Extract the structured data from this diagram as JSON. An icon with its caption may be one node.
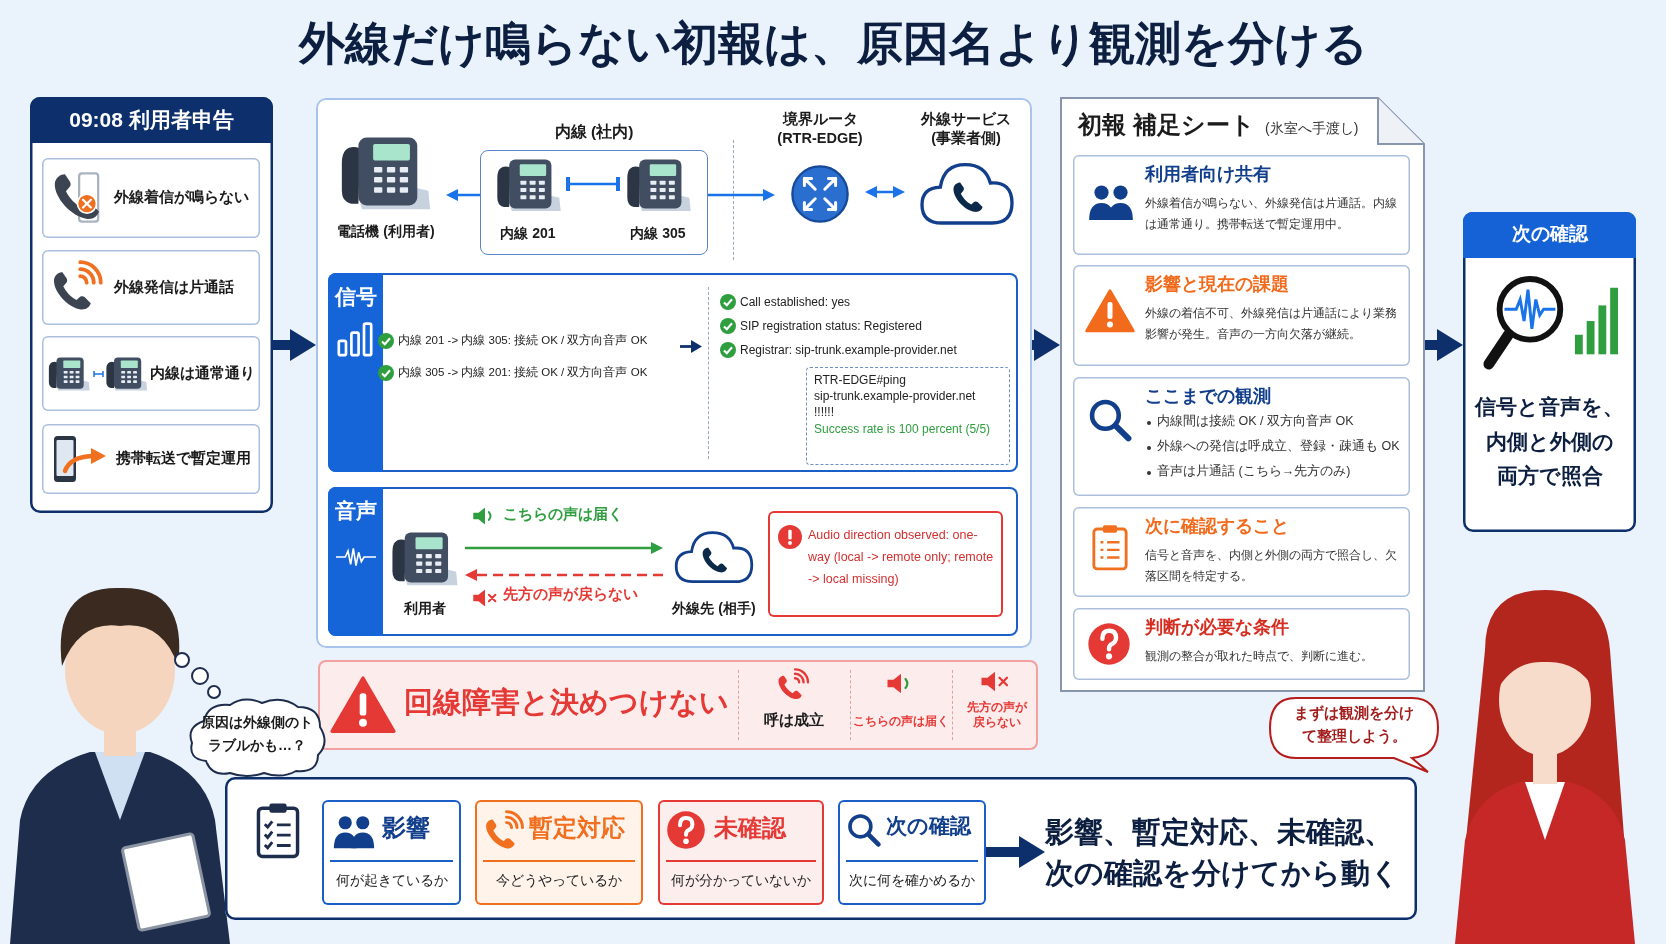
{
  "diagram": {
    "title": "外線だけ鳴らない初報は、原因名より観測を分ける",
    "nodes": [
      {
        "text": [
          "09:08 利用者申告"
        ]
      },
      {
        "text": [
          "外線着信が鳴らない"
        ],
        "in": 0
      },
      {
        "text": [
          "外線発信は片通話"
        ],
        "in": 0
      },
      {
        "text": [
          "内線は通常通り"
        ],
        "in": 0
      },
      {
        "text": [
          "携帯転送で暫定運用"
        ],
        "in": 0
      },
      {
        "text": [],
        "shape": "box"
      },
      {
        "text": [
          "電話機 (利用者)"
        ],
        "in": 5
      },
      {
        "text": [
          "内線 (社内)"
        ],
        "in": 5
      },
      {
        "text": [
          "内線 201"
        ],
        "in": 7
      },
      {
        "text": [
          "内線 305"
        ],
        "in": 7
      },
      {
        "text": [
          "境界ルータ (RTR-EDGE)"
        ],
        "in": 5
      },
      {
        "text": [
          "外線サービス (事業者側)"
        ],
        "in": 5
      },
      {
        "text": [
          "信号",
          "内線 201 -> 内線 305: 接続 OK / 双方向音声 OK",
          "内線 305 -> 内線 201: 接続 OK / 双方向音声 OK",
          "Call established: yes",
          "SIP registration status: Registered",
          "Registrar: sip-trunk.example-provider.net"
        ],
        "in": 5
      },
      {
        "text": [
          "RTR-EDGE#ping",
          "sip-trunk.example-provider.net",
          "!!!!!!",
          "Success rate is 100 percent (5/5)"
        ],
        "in": 12
      },
      {
        "text": [
          "音声"
        ],
        "in": 5
      },
      {
        "text": [
          "利用者"
        ],
        "in": 14
      },
      {
        "text": [
          "外線先 (相手)"
        ],
        "in": 14
      },
      {
        "text": [
          "Audio direction observed: one-way (local -> remote only; remote -> local missing)"
        ],
        "in": 14
      },
      {
        "text": [
          "回線障害と決めつけない",
          "呼は成立",
          "こちらの声は届く",
          "先方の声が戻らない"
        ]
      },
      {
        "text": [
          "初報 補足シート",
          "(氷室へ手渡し)"
        ]
      },
      {
        "text": [
          "利用者向け共有",
          "外線着信が鳴らない、外線発信は片通話。内線は通常通り。携帯転送で暫定運用中。"
        ],
        "in": 19
      },
      {
        "text": [
          "影響と現在の課題",
          "外線の着信不可、外線発信は片通話により業務影響が発生。音声の一方向欠落が継続。"
        ],
        "in": 19
      },
      {
        "text": [
          "ここまでの観測",
          "内線間は接続 OK / 双方向音声 OK",
          "外線への発信は呼成立、登録・疎通も OK",
          "音声は片通話 (こちら→先方のみ)"
        ],
        "in": 19
      },
      {
        "text": [
          "次に確認すること",
          "信号と音声を、内側と外側の両方で照合し、欠落区間を特定する。"
        ],
        "in": 19
      },
      {
        "text": [
          "判断が必要な条件",
          "観測の整合が取れた時点で、判断に進む。"
        ],
        "in": 19
      },
      {
        "text": [
          "次の確認",
          "信号と音声を、内側と外側の両方で照合"
        ]
      },
      {
        "text": [
          "原因は外線側のトラブルかも…？"
        ]
      },
      {
        "text": [
          "まずは観測を分けて整理しよう。"
        ]
      },
      {
        "text": [],
        "shape": "box"
      },
      {
        "text": [
          "影響",
          "何が起きているか"
        ],
        "in": 28
      },
      {
        "text": [
          "暫定対応",
          "今どうやっているか"
        ],
        "in": 28
      },
      {
        "text": [
          "未確認",
          "何が分かっていないか"
        ],
        "in": 28
      },
      {
        "text": [
          "次の確認",
          "次に何を確かめるか"
        ],
        "in": 28
      },
      {
        "text": [
          "影響、暫定対応、未確認、次の確認を分けてから動く"
        ],
        "in": 28
      }
    ],
    "edges": [
      {
        "from": 0,
        "to": 5,
        "arrow": "to",
        "style": "thick"
      },
      {
        "from": 5,
        "to": 19,
        "arrow": "to",
        "style": "thick"
      },
      {
        "from": 19,
        "to": 25,
        "arrow": "to",
        "style": "thick"
      },
      {
        "from": 7,
        "to": 6,
        "arrow": "to",
        "color": "#1a73e8"
      },
      {
        "from": 8,
        "to": 9,
        "arrow": "other",
        "color": "#1a73e8"
      },
      {
        "from": 7,
        "to": 10,
        "arrow": "to",
        "color": "#1a73e8"
      },
      {
        "from": 10,
        "to": 11,
        "arrow": "both",
        "color": "#1a73e8"
      },
      {
        "from": 15,
        "to": 16,
        "arrow": "to",
        "label": "こちらの声は届く",
        "color": "#2e9e3e"
      },
      {
        "from": 16,
        "to": 15,
        "arrow": "to",
        "label": "先方の声が戻らない",
        "style": "dashed",
        "color": "#e53935"
      },
      {
        "from": 32,
        "to": 33,
        "arrow": "to",
        "style": "thick"
      }
    ]
  }
}
